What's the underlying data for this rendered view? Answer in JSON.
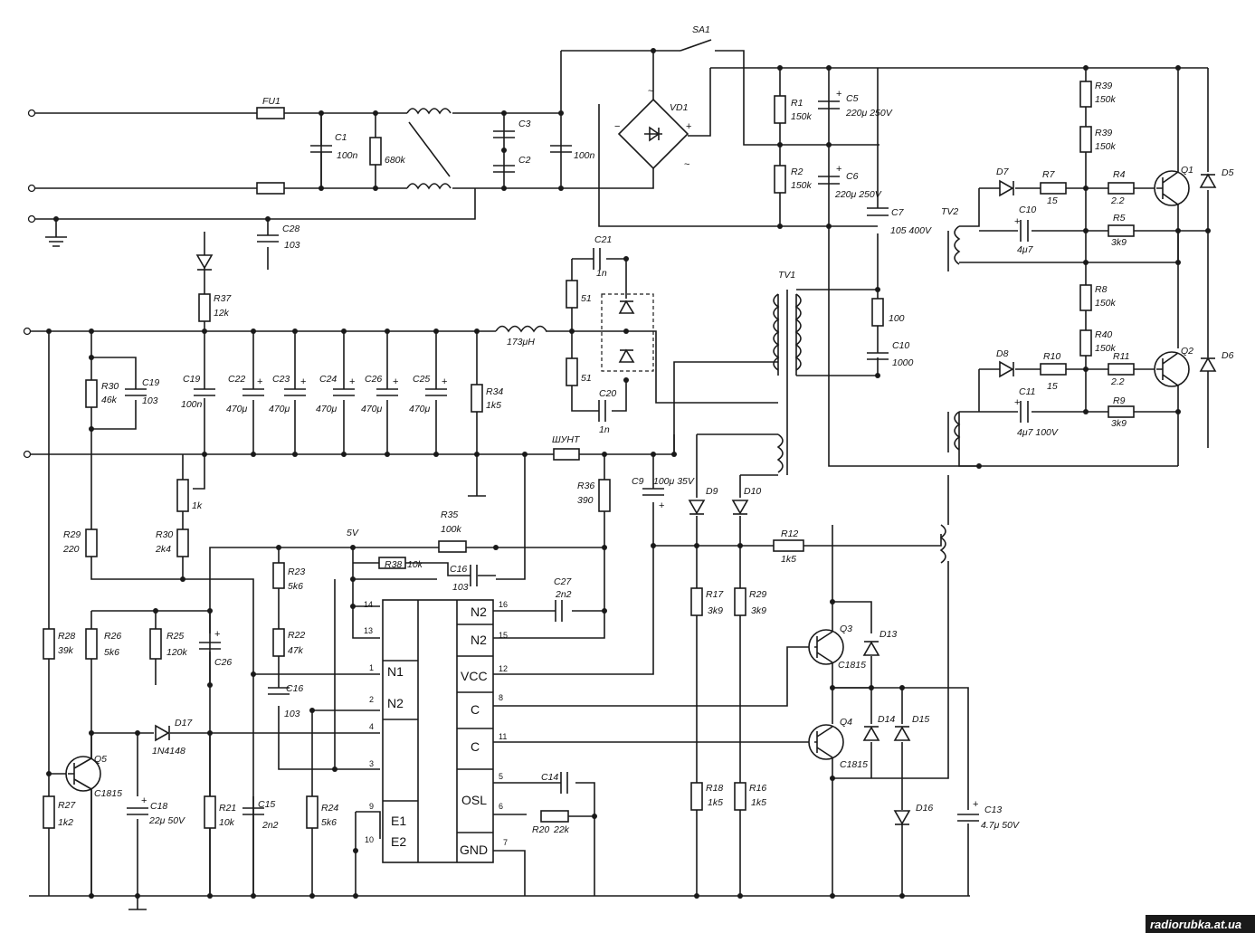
{
  "diagram": {
    "fuses": {
      "fu1": "FU1"
    },
    "switches": {
      "sa1": "SA1"
    },
    "bridge": {
      "vd1": "VD1"
    },
    "transformers": {
      "tv1": "TV1",
      "tv2": "TV2"
    },
    "shunt": "ШУНТ",
    "choke": "173μH",
    "supply_net": "5V",
    "ic": {
      "left_pins": [
        {
          "num": "14",
          "label": ""
        },
        {
          "num": "13",
          "label": ""
        },
        {
          "num": "1",
          "label": "N1"
        },
        {
          "num": "2",
          "label": "N2"
        },
        {
          "num": "4",
          "label": ""
        },
        {
          "num": "3",
          "label": ""
        },
        {
          "num": "9",
          "label": "E1"
        },
        {
          "num": "10",
          "label": "E2"
        }
      ],
      "right_pins": [
        {
          "num": "16",
          "label": "N2"
        },
        {
          "num": "15",
          "label": "N2"
        },
        {
          "num": "12",
          "label": "VCC"
        },
        {
          "num": "8",
          "label": "C"
        },
        {
          "num": "11",
          "label": "C"
        },
        {
          "num": "5",
          "label": "OSL"
        },
        {
          "num": "6",
          "label": ""
        },
        {
          "num": "7",
          "label": "GND"
        }
      ]
    },
    "resistors": [
      {
        "name": "R1",
        "value": "150k"
      },
      {
        "name": "R2",
        "value": "150k"
      },
      {
        "name": "",
        "value": "680k"
      },
      {
        "name": "R37",
        "value": "12k"
      },
      {
        "name": "R30",
        "value": "46k"
      },
      {
        "name": "R34",
        "value": "1k5"
      },
      {
        "name": "",
        "value": "51"
      },
      {
        "name": "",
        "value": "51"
      },
      {
        "name": "",
        "value": "100"
      },
      {
        "name": "R39",
        "value": "150k"
      },
      {
        "name": "R39",
        "value": "150k"
      },
      {
        "name": "R7",
        "value": "15"
      },
      {
        "name": "R4",
        "value": "2.2"
      },
      {
        "name": "R5",
        "value": "3k9"
      },
      {
        "name": "R8",
        "value": "150k"
      },
      {
        "name": "R40",
        "value": "150k"
      },
      {
        "name": "R10",
        "value": "15"
      },
      {
        "name": "R11",
        "value": "2.2"
      },
      {
        "name": "R9",
        "value": "3k9"
      },
      {
        "name": "",
        "value": "1k"
      },
      {
        "name": "R29",
        "value": "220"
      },
      {
        "name": "R30",
        "value": "2k4"
      },
      {
        "name": "R36",
        "value": "390"
      },
      {
        "name": "R35",
        "value": "100k"
      },
      {
        "name": "R23",
        "value": "5k6"
      },
      {
        "name": "R38",
        "value": "10k"
      },
      {
        "name": "R22",
        "value": "47k"
      },
      {
        "name": "R28",
        "value": "39k"
      },
      {
        "name": "R26",
        "value": "5k6"
      },
      {
        "name": "R25",
        "value": "120k"
      },
      {
        "name": "R27",
        "value": "1k2"
      },
      {
        "name": "R21",
        "value": "10k"
      },
      {
        "name": "R24",
        "value": "5k6"
      },
      {
        "name": "R20",
        "value": "22k"
      },
      {
        "name": "R17",
        "value": "3k9"
      },
      {
        "name": "R29",
        "value": "3k9"
      },
      {
        "name": "R18",
        "value": "1k5"
      },
      {
        "name": "R16",
        "value": "1k5"
      },
      {
        "name": "R12",
        "value": "1k5"
      }
    ],
    "capacitors": [
      {
        "name": "C1",
        "value": "100n"
      },
      {
        "name": "C3",
        "value": ""
      },
      {
        "name": "C2",
        "value": ""
      },
      {
        "name": "",
        "value": "100n"
      },
      {
        "name": "C5",
        "value": "220μ 250V"
      },
      {
        "name": "C6",
        "value": "220μ 250V"
      },
      {
        "name": "C7",
        "value": "105 400V"
      },
      {
        "name": "C28",
        "value": "103"
      },
      {
        "name": "C21",
        "value": "1n"
      },
      {
        "name": "C20",
        "value": "1n"
      },
      {
        "name": "C10",
        "value": "1000"
      },
      {
        "name": "C19",
        "value": "103"
      },
      {
        "name": "C19",
        "value": "100n"
      },
      {
        "name": "C22",
        "value": "470μ"
      },
      {
        "name": "C23",
        "value": "470μ"
      },
      {
        "name": "C24",
        "value": "470μ"
      },
      {
        "name": "C26",
        "value": "470μ"
      },
      {
        "name": "C25",
        "value": "470μ"
      },
      {
        "name": "C10",
        "value": "4μ7"
      },
      {
        "name": "C11",
        "value": "4μ7 100V"
      },
      {
        "name": "C9",
        "value": "100μ 35V"
      },
      {
        "name": "C16",
        "value": "103"
      },
      {
        "name": "C27",
        "value": "2n2"
      },
      {
        "name": "C26",
        "value": ""
      },
      {
        "name": "C16",
        "value": "103"
      },
      {
        "name": "C18",
        "value": "22μ 50V"
      },
      {
        "name": "C15",
        "value": "2n2"
      },
      {
        "name": "C14",
        "value": ""
      },
      {
        "name": "C13",
        "value": "4.7μ 50V"
      }
    ],
    "diodes": [
      "D7",
      "D8",
      "D5",
      "D6",
      "D9",
      "D10",
      "D13",
      "D14",
      "D15",
      "D16",
      "D17",
      "1N4148"
    ],
    "transistors": [
      {
        "name": "Q1",
        "type": ""
      },
      {
        "name": "Q2",
        "type": ""
      },
      {
        "name": "Q3",
        "type": "C1815"
      },
      {
        "name": "Q4",
        "type": "C1815"
      },
      {
        "name": "Q5",
        "type": "C1815"
      }
    ],
    "watermark": "radiorubka.at.ua"
  }
}
